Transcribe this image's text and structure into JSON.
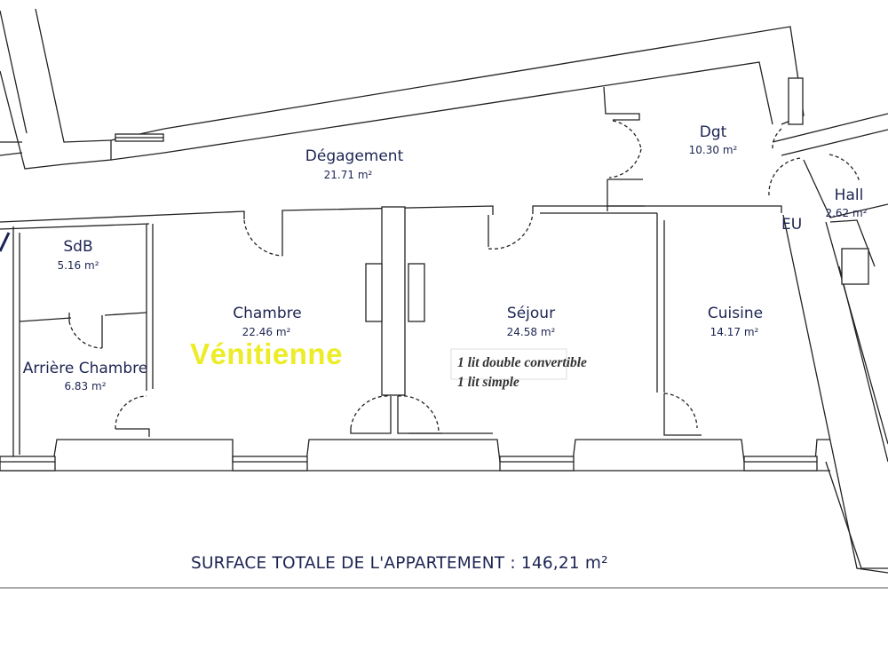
{
  "rooms": {
    "degagement": {
      "name": "Dégagement",
      "area": "21.71 m²"
    },
    "dgt": {
      "name": "Dgt",
      "area": "10.30 m²"
    },
    "hall": {
      "name": "Hall",
      "area": "2.62 m²"
    },
    "sdb": {
      "name": "SdB",
      "area": "5.16 m²"
    },
    "chambre": {
      "name": "Chambre",
      "area": "22.46 m²"
    },
    "sejour": {
      "name": "Séjour",
      "area": "24.58 m²"
    },
    "cuisine": {
      "name": "Cuisine",
      "area": "14.17 m²"
    },
    "arriere_chambre": {
      "name": "Arrière Chambre",
      "area": "6.83 m²"
    }
  },
  "annotations": {
    "venitienne": "Vénitienne",
    "bed_line_1": "1 lit double convertible",
    "bed_line_2": "1 lit simple",
    "eu": "EU"
  },
  "total_surface": "SURFACE TOTALE DE L'APPARTEMENT : 146,21 m²",
  "colors": {
    "text": "#1c2452",
    "highlight": "#ecec28",
    "wall": "#222222"
  }
}
